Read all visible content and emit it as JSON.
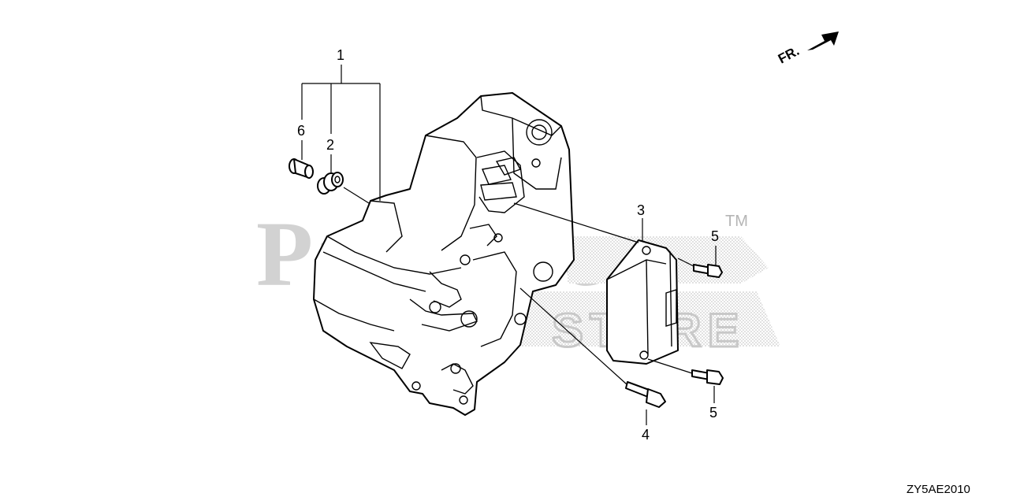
{
  "watermark": {
    "main": "PartsTree",
    "sub": "STORE",
    "trademark": "TM"
  },
  "orientation": {
    "label": "FR."
  },
  "callouts": {
    "c1": "1",
    "c2": "2",
    "c3": "3",
    "c4": "4",
    "c5_top": "5",
    "c5_bottom": "5",
    "c6": "6"
  },
  "diagram_code": "ZY5AE2010"
}
